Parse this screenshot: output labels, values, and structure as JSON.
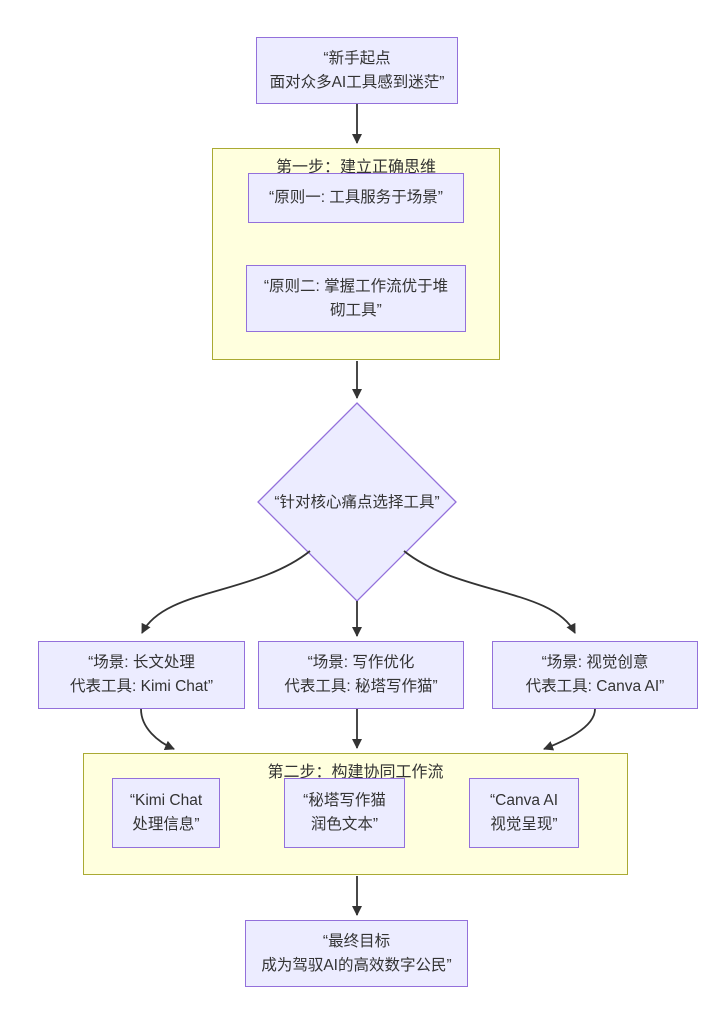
{
  "diagram": {
    "start": {
      "lines": [
        "“新手起点",
        "面对众多AI工具感到迷茫”"
      ]
    },
    "step1": {
      "title": "第一步：建立正确思维",
      "principle1": "“原则一: 工具服务于场景”",
      "principle2": {
        "lines": [
          "“原则二: 掌握工作流优于堆",
          "砌工具”"
        ]
      }
    },
    "decision": {
      "label": "“针对核心痛点选择工具”"
    },
    "scenarios": [
      {
        "lines": [
          "“场景: 长文处理",
          "代表工具: Kimi Chat”"
        ]
      },
      {
        "lines": [
          "“场景: 写作优化",
          "代表工具: 秘塔写作猫”"
        ]
      },
      {
        "lines": [
          "“场景: 视觉创意",
          "代表工具: Canva AI”"
        ]
      }
    ],
    "step2": {
      "title": "第二步：构建协同工作流",
      "workflow": [
        {
          "lines": [
            "“Kimi Chat",
            "处理信息”"
          ]
        },
        {
          "lines": [
            "“秘塔写作猫",
            "润色文本”"
          ]
        },
        {
          "lines": [
            "“Canva AI",
            "视觉呈现”"
          ]
        }
      ]
    },
    "goal": {
      "lines": [
        "“最终目标",
        "成为驾驭AI的高效数字公民”"
      ]
    }
  },
  "colors": {
    "node-fill": "#ECECFF",
    "node-border": "#9370DB",
    "cluster-fill": "#FFFFDE",
    "cluster-border": "#AAAA33",
    "edge": "#333333",
    "text": "#333333",
    "background": "#FFFFFF"
  }
}
